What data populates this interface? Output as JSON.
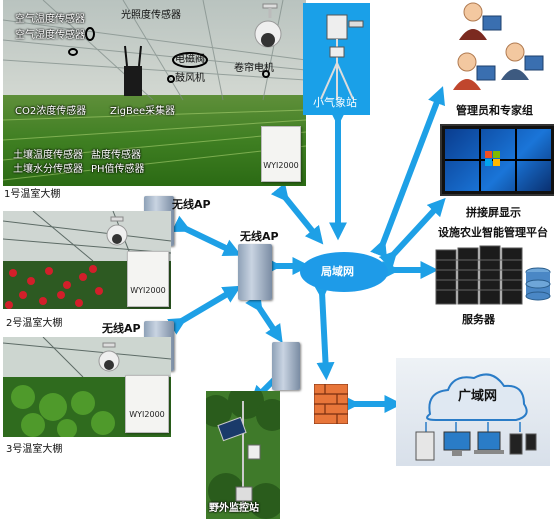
{
  "greenhouse1": {
    "labels": {
      "air_temp": "空气温度传感器",
      "air_humidity": "空气湿度传感器",
      "light": "光照度传感器",
      "solenoid": "电磁阀",
      "blower": "鼓风机",
      "curtain_motor": "卷帘电机",
      "co2": "CO2浓度传感器",
      "zigbee": "ZigBee采集器",
      "soil_temp": "土壤温度传感器",
      "salt": "盐度传感器",
      "soil_moisture": "土壤水分传感器",
      "ph": "PH值传感器",
      "device": "WYI2000"
    },
    "caption": "1号温室大棚"
  },
  "weather_station": {
    "label": "小气象站"
  },
  "admin_group": {
    "label": "管理员和专家组"
  },
  "display_wall": {
    "label": "拼接屏显示"
  },
  "platform": {
    "label": "设施农业智能管理平台"
  },
  "server": {
    "label": "服务器"
  },
  "lan": {
    "label": "局域网"
  },
  "wan": {
    "label": "广域网"
  },
  "wireless_ap": {
    "label_1": "无线AP",
    "label_2": "无线AP",
    "label_3": "无线AP"
  },
  "greenhouse2": {
    "device": "WYI2000",
    "caption": "2号温室大棚"
  },
  "greenhouse3": {
    "device": "WYI2000",
    "caption": "3号温室大棚"
  },
  "field_station": {
    "label": "野外监控站"
  },
  "colors": {
    "arrow": "#1ea0e6",
    "lan_fill": "#1e9be8",
    "sky": "#1aa0e8"
  }
}
